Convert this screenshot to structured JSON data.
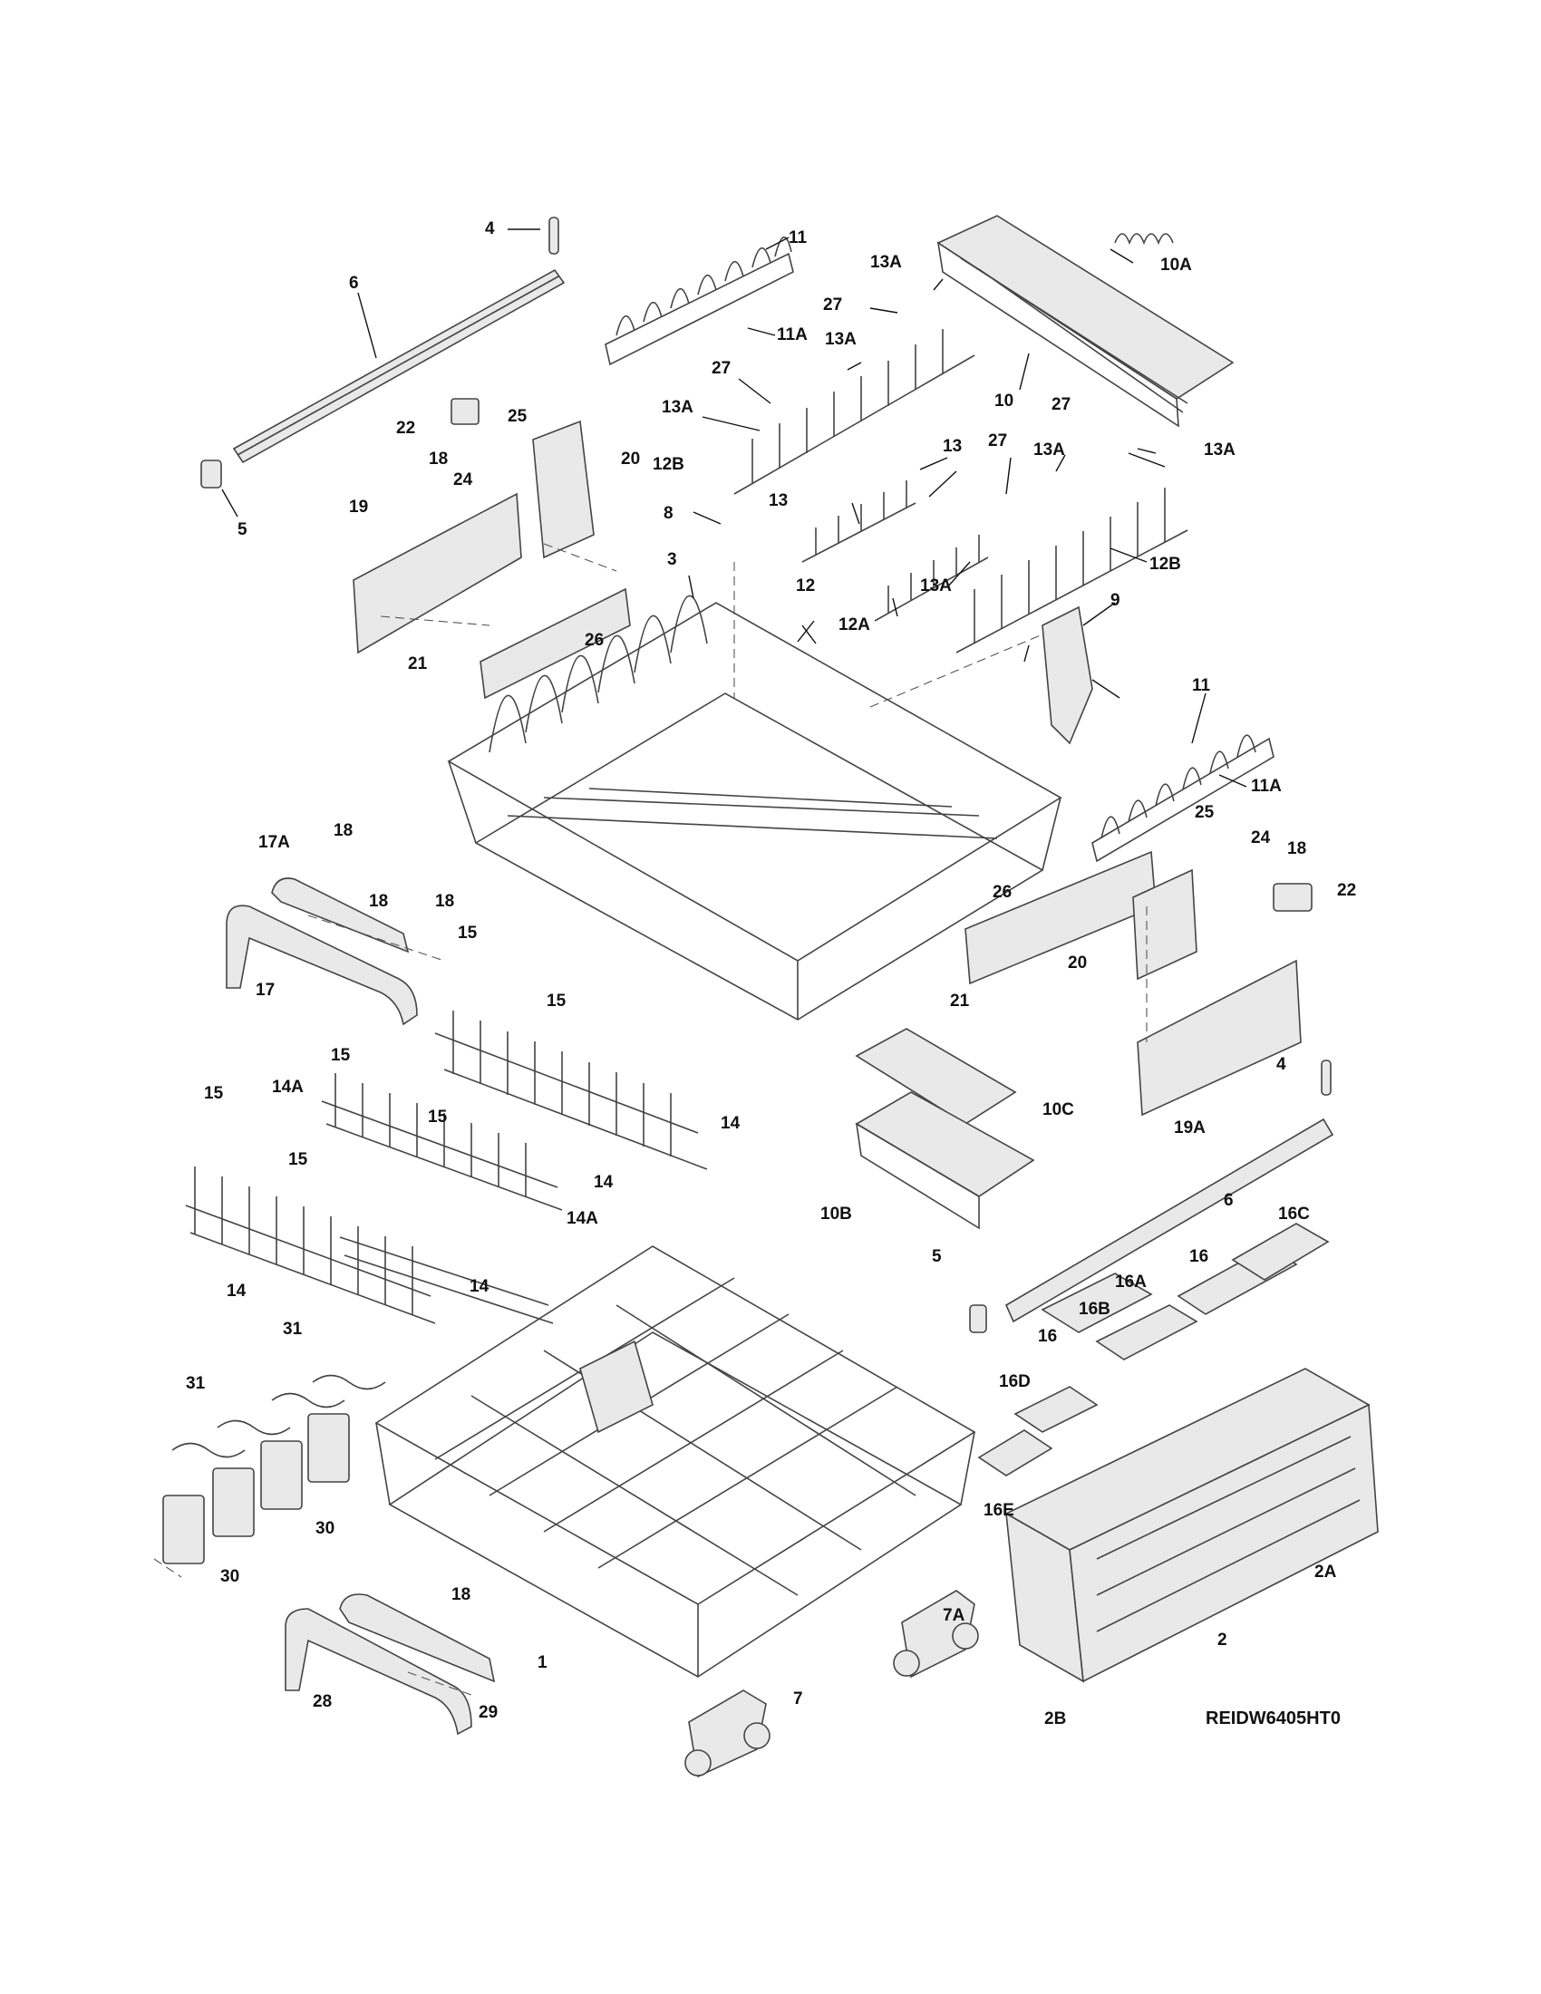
{
  "diagram": {
    "drawing_code": "REIDW6405HT0",
    "callouts": {
      "c1": "1",
      "c2": "2",
      "c2A": "2A",
      "c2B": "2B",
      "c3": "3",
      "c4a": "4",
      "c4b": "4",
      "c5a": "5",
      "c5b": "5",
      "c6a": "6",
      "c6b": "6",
      "c7": "7",
      "c7A": "7A",
      "c8": "8",
      "c9": "9",
      "c10": "10",
      "c10A": "10A",
      "c10B": "10B",
      "c10C": "10C",
      "c11a": "11",
      "c11b": "11",
      "c11Aa": "11A",
      "c11Ab": "11A",
      "c12": "12",
      "c12A": "12A",
      "c12Ba": "12B",
      "c12Bb": "12B",
      "c13a": "13",
      "c13b": "13",
      "c13Aa": "13A",
      "c13Ab": "13A",
      "c13Ac": "13A",
      "c13Ad": "13A",
      "c13Ae": "13A",
      "c13Af": "13A",
      "c14a": "14",
      "c14b": "14",
      "c14c": "14",
      "c14d": "14",
      "c14Aa": "14A",
      "c14Ab": "14A",
      "c15a": "15",
      "c15b": "15",
      "c15c": "15",
      "c15d": "15",
      "c15e": "15",
      "c15f": "15",
      "c16a": "16",
      "c16b": "16",
      "c16A": "16A",
      "c16B": "16B",
      "c16C": "16C",
      "c16D": "16D",
      "c16E": "16E",
      "c17": "17",
      "c17A": "17A",
      "c18a": "18",
      "c18b": "18",
      "c18c": "18",
      "c18d": "18",
      "c18e": "18",
      "c18f": "18",
      "c19": "19",
      "c19A": "19A",
      "c20a": "20",
      "c20b": "20",
      "c21a": "21",
      "c21b": "21",
      "c22a": "22",
      "c22b": "22",
      "c24a": "24",
      "c24b": "24",
      "c25a": "25",
      "c25b": "25",
      "c26a": "26",
      "c26b": "26",
      "c27a": "27",
      "c27b": "27",
      "c27c": "27",
      "c27d": "27",
      "c28": "28",
      "c29": "29",
      "c30a": "30",
      "c30b": "30",
      "c31a": "31",
      "c31b": "31"
    }
  }
}
